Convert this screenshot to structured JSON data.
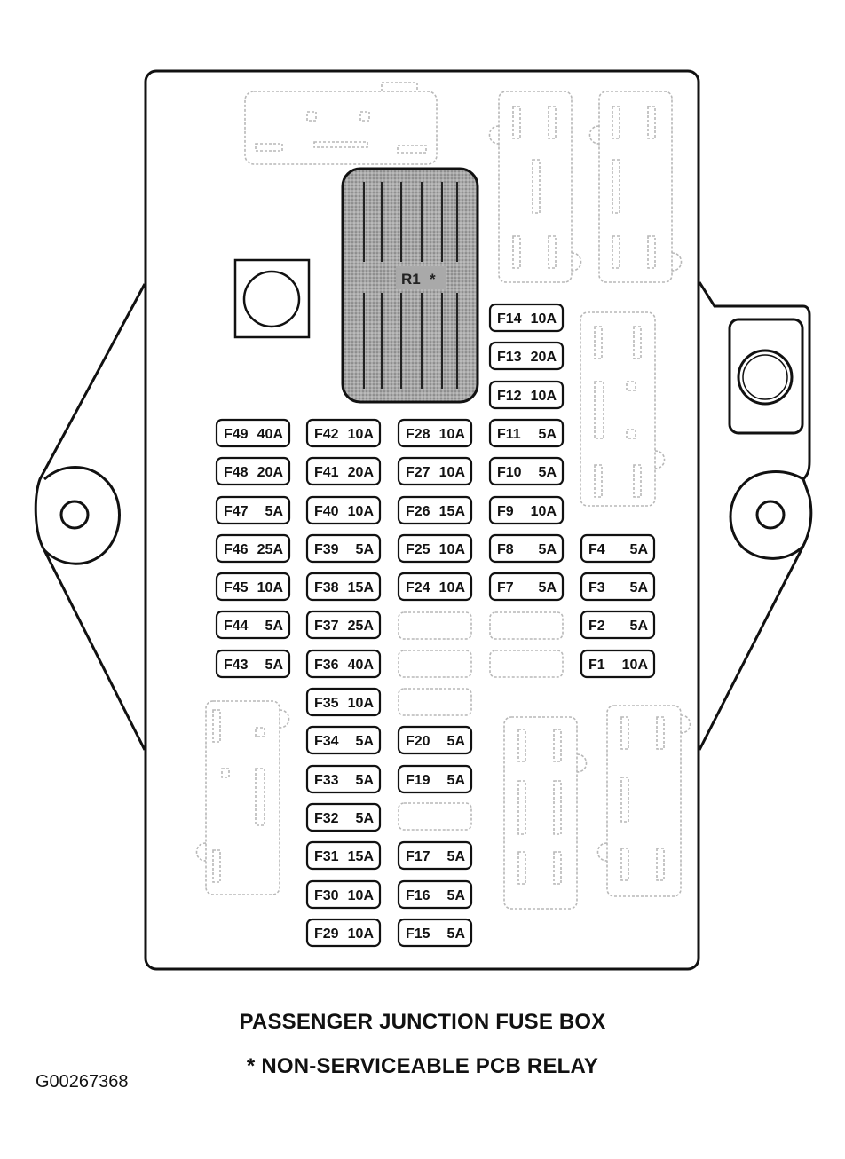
{
  "diagram": {
    "relay_label": "R1",
    "relay_marker": "*",
    "fuses": [
      {
        "id": "F14",
        "rating": "10A"
      },
      {
        "id": "F13",
        "rating": "20A"
      },
      {
        "id": "F12",
        "rating": "10A"
      },
      {
        "id": "F49",
        "rating": "40A"
      },
      {
        "id": "F42",
        "rating": "10A"
      },
      {
        "id": "F28",
        "rating": "10A"
      },
      {
        "id": "F11",
        "rating": "5A"
      },
      {
        "id": "F48",
        "rating": "20A"
      },
      {
        "id": "F41",
        "rating": "20A"
      },
      {
        "id": "F27",
        "rating": "10A"
      },
      {
        "id": "F10",
        "rating": "5A"
      },
      {
        "id": "F47",
        "rating": "5A"
      },
      {
        "id": "F40",
        "rating": "10A"
      },
      {
        "id": "F26",
        "rating": "15A"
      },
      {
        "id": "F9",
        "rating": "10A"
      },
      {
        "id": "F46",
        "rating": "25A"
      },
      {
        "id": "F39",
        "rating": "5A"
      },
      {
        "id": "F25",
        "rating": "10A"
      },
      {
        "id": "F8",
        "rating": "5A"
      },
      {
        "id": "F4",
        "rating": "5A"
      },
      {
        "id": "F45",
        "rating": "10A"
      },
      {
        "id": "F38",
        "rating": "15A"
      },
      {
        "id": "F24",
        "rating": "10A"
      },
      {
        "id": "F7",
        "rating": "5A"
      },
      {
        "id": "F3",
        "rating": "5A"
      },
      {
        "id": "F44",
        "rating": "5A"
      },
      {
        "id": "F37",
        "rating": "25A"
      },
      {
        "id": "F2",
        "rating": "5A"
      },
      {
        "id": "F43",
        "rating": "5A"
      },
      {
        "id": "F36",
        "rating": "40A"
      },
      {
        "id": "F1",
        "rating": "10A"
      },
      {
        "id": "F35",
        "rating": "10A"
      },
      {
        "id": "F34",
        "rating": "5A"
      },
      {
        "id": "F20",
        "rating": "5A"
      },
      {
        "id": "F33",
        "rating": "5A"
      },
      {
        "id": "F19",
        "rating": "5A"
      },
      {
        "id": "F32",
        "rating": "5A"
      },
      {
        "id": "F31",
        "rating": "15A"
      },
      {
        "id": "F17",
        "rating": "5A"
      },
      {
        "id": "F30",
        "rating": "10A"
      },
      {
        "id": "F16",
        "rating": "5A"
      },
      {
        "id": "F29",
        "rating": "10A"
      },
      {
        "id": "F15",
        "rating": "5A"
      }
    ]
  },
  "caption": {
    "title": "PASSENGER JUNCTION FUSE BOX",
    "note": "* NON-SERVICEABLE PCB RELAY"
  },
  "figure_code": "G00267368"
}
